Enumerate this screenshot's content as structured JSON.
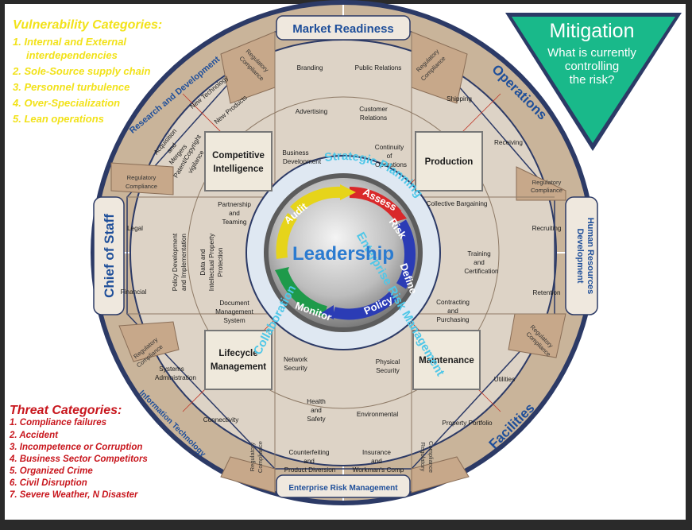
{
  "vulnerability": {
    "title": "Vulnerability Categories:",
    "items": [
      "1. Internal and External",
      "interdependencies",
      "2. Sole-Source supply chain",
      "3. Personnel turbulence",
      "4. Over-Specialization",
      "5. Lean operations"
    ]
  },
  "threats": {
    "title": "Threat Categories:",
    "items": [
      "1. Compliance failures",
      "2. Accident",
      "3. Incompetence or Corruption",
      "4. Business Sector Competitors",
      "5. Organized Crime",
      "6. Civil Disruption",
      "7. Severe Weather, N Disaster"
    ]
  },
  "mitigation": {
    "title": "Mitigation",
    "line1": "What is currently",
    "line2": "controlling",
    "line3": "the risk?"
  },
  "segments": {
    "market_readiness": "Market Readiness",
    "operations": "Operations",
    "human_resources_1": "Human Resources",
    "human_resources_2": "Development",
    "facilities": "Facilities",
    "erm_bottom": "Enterprise Risk Management",
    "information_technology": "Information Technology",
    "chief_of_staff": "Chief of Staff",
    "research_development": "Research and Development"
  },
  "regulatory": {
    "line1": "Regulatory",
    "line2": "Compliance"
  },
  "boxes": {
    "competitive_intelligence_1": "Competitive",
    "competitive_intelligence_2": "Intelligence",
    "production": "Production",
    "lifecycle_1": "Lifecycle",
    "lifecycle_2": "Management",
    "maintenance": "Maintenance"
  },
  "labels": {
    "branding": "Branding",
    "public_relations": "Public Relations",
    "advertising": "Advertising",
    "customer_1": "Customer",
    "customer_2": "Relations",
    "bizdev_1": "Business",
    "bizdev_2": "Development",
    "continuity_1": "Continuity",
    "continuity_2": "of",
    "continuity_3": "Operations",
    "shipping": "Shipping",
    "receiving": "Receiving",
    "collective_bargaining": "Collective Bargaining",
    "recruiting": "Recruiting",
    "training_1": "Training",
    "training_2": "and",
    "training_3": "Certification",
    "retention": "Retention",
    "contracting_1": "Contracting",
    "contracting_2": "and",
    "contracting_3": "Purchasing",
    "utilities": "Utilities",
    "property_portfolio": "Property Portfolio",
    "physical_security_1": "Physical",
    "physical_security_2": "Security",
    "environmental": "Environmental",
    "insurance_1": "Insurance",
    "insurance_2": "and",
    "insurance_3": "Workman's Comp",
    "health_1": "Health",
    "health_2": "and",
    "health_3": "Safety",
    "network_1": "Network",
    "network_2": "Security",
    "counterfeit_1": "Counterfeiting",
    "counterfeit_2": "and",
    "counterfeit_3": "Product Diversion",
    "systems_admin_1": "Systems",
    "systems_admin_2": "Administration",
    "connectivity": "Connectivity",
    "document_1": "Document",
    "document_2": "Management",
    "document_3": "System",
    "legal": "Legal",
    "financial": "Financial",
    "policy_1": "Policy Development",
    "policy_2": "and Implementation",
    "data_ip_1": "Data and",
    "data_ip_2": "Intellectual Property",
    "data_ip_3": "Protection",
    "partnership_1": "Partnership",
    "partnership_2": "and",
    "partnership_3": "Teaming",
    "new_technology": "New Technology",
    "new_products": "New Products",
    "acq_1": "Acquisition",
    "acq_2": "and",
    "acq_3": "Mergers",
    "patent_1": "Patent/Copyright",
    "patent_2": "vigilance"
  },
  "center": {
    "strategic_planning": "Strategic Planning",
    "enterprise_risk_management": "Enterprise Risk Management",
    "collaboration": "Collaboration",
    "leadership": "Leadership",
    "assess": "Assess",
    "risk": "Risk",
    "define": "Define",
    "policy": "Policy",
    "monitor": "Monitor",
    "audit": "Audit"
  },
  "colors": {
    "ring_fill": "#d8cfc2",
    "rim_fill": "#c7b299",
    "navy": "#2c3a66",
    "segment_text": "#1f4f9a",
    "mitigation_fill": "#19b98a",
    "arrow_red": "#d9282a",
    "arrow_blue": "#2b3cb5",
    "arrow_green": "#1e9a4a",
    "arrow_yellow": "#e6d41a"
  }
}
